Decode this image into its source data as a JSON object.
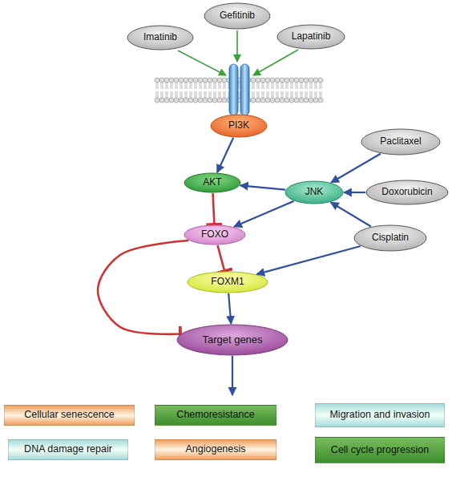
{
  "diagram": {
    "nodes": [
      {
        "text": [
          "Gefitinib"
        ]
      },
      {
        "text": [
          "Imatinib"
        ]
      },
      {
        "text": [
          "Lapatinib"
        ]
      },
      {
        "text": [
          "PI3K"
        ]
      },
      {
        "text": [
          "Paclitaxel"
        ]
      },
      {
        "text": [
          "AKT"
        ]
      },
      {
        "text": [
          "JNK"
        ]
      },
      {
        "text": [
          "Doxorubicin"
        ]
      },
      {
        "text": [
          "FOXO"
        ]
      },
      {
        "text": [
          "Cisplatin"
        ]
      },
      {
        "text": [
          "FOXM1"
        ]
      },
      {
        "text": [
          "Target genes"
        ]
      },
      {
        "text": [
          "Cellular senescence"
        ]
      },
      {
        "text": [
          "Chemoresistance"
        ]
      },
      {
        "text": [
          "Migration and invasion"
        ]
      },
      {
        "text": [
          "DNA damage repair"
        ]
      },
      {
        "text": [
          "Angiogenesis"
        ]
      },
      {
        "text": [
          "Cell cycle progression"
        ]
      }
    ],
    "edges": [
      {
        "from": 3,
        "to": 5,
        "arrow": "to"
      },
      {
        "from": 6,
        "to": 5,
        "arrow": "to"
      },
      {
        "from": 6,
        "to": 8,
        "arrow": "to"
      },
      {
        "from": 4,
        "to": 6,
        "arrow": "to"
      },
      {
        "from": 7,
        "to": 6,
        "arrow": "to"
      },
      {
        "from": 9,
        "to": 6,
        "arrow": "to"
      },
      {
        "from": 9,
        "to": 10,
        "arrow": "to"
      },
      {
        "from": 5,
        "to": 8,
        "arrow": "to"
      },
      {
        "from": 8,
        "to": 10,
        "arrow": "to"
      },
      {
        "from": 8,
        "to": 11,
        "arrow": "to"
      },
      {
        "from": 10,
        "to": 11,
        "arrow": "to"
      },
      {
        "from": 11,
        "to": 13,
        "arrow": "to"
      }
    ]
  }
}
